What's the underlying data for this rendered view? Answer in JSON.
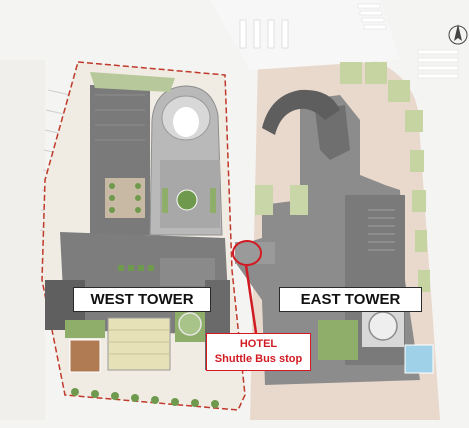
{
  "map": {
    "buildings": {
      "west": {
        "label": "WEST TOWER"
      },
      "east": {
        "label": "EAST TOWER"
      }
    },
    "callout": {
      "line1": "HOTEL",
      "line2": "Shuttle Bus stop"
    }
  },
  "colors": {
    "callout_red": "#d11a22",
    "site_boundary": "#c0392b",
    "building_dark": "#6e6e6e",
    "building_mid": "#8a8a8a",
    "road": "#f2f2f2",
    "sidewalk": "#e9d8cc",
    "green": "#8fae6a",
    "label_bg": "#ffffff"
  },
  "icons": {
    "north": "north-arrow-icon",
    "marker": "location-circle-icon"
  }
}
